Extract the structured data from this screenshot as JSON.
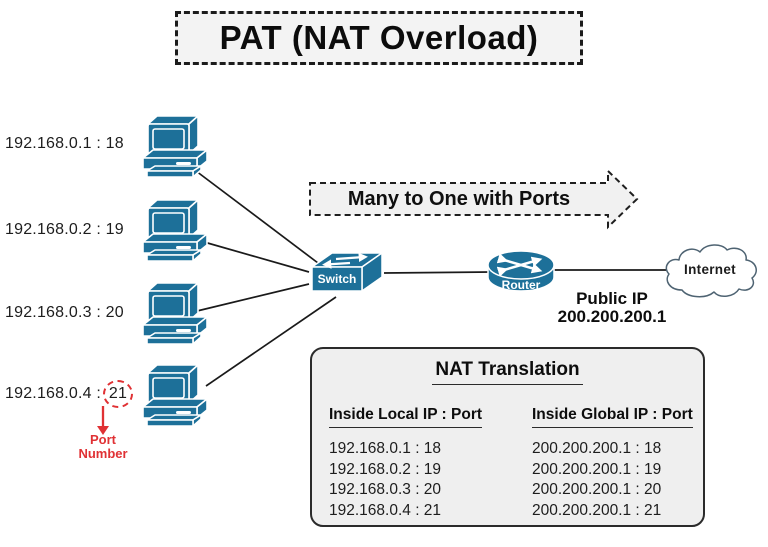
{
  "title": "PAT (NAT Overload)",
  "banner": {
    "label": "Many to One with Ports"
  },
  "hosts": [
    {
      "label": "192.168.0.1 : 18"
    },
    {
      "label": "192.168.0.2 : 19"
    },
    {
      "label": "192.168.0.3 : 20"
    },
    {
      "label_prefix": "192.168.0.4 :",
      "port": "21"
    }
  ],
  "port_annotation": {
    "line1": "Port",
    "line2": "Number"
  },
  "devices": {
    "switch": {
      "label": "Switch"
    },
    "router": {
      "label": "Router"
    },
    "internet": {
      "label": "Internet"
    }
  },
  "public_ip": {
    "title": "Public IP",
    "address": "200.200.200.1"
  },
  "nat_table": {
    "title": "NAT Translation",
    "columns": [
      "Inside Local IP : Port",
      "Inside Global IP : Port"
    ],
    "rows": [
      [
        "192.168.0.1 : 18",
        "200.200.200.1 : 18"
      ],
      [
        "192.168.0.2 : 19",
        "200.200.200.1 : 19"
      ],
      [
        "192.168.0.3 : 20",
        "200.200.200.1 : 20"
      ],
      [
        "192.168.0.4 : 21",
        "200.200.200.1 : 21"
      ]
    ]
  },
  "icons": {
    "host": "desktop-computer-icon",
    "switch": "network-switch-icon",
    "router": "router-icon",
    "internet": "cloud-icon"
  },
  "colors": {
    "device_teal": "#1D7099",
    "annotation_red": "#E03134",
    "panel_gray": "#EFEFEF",
    "line_black": "#1A1A1A"
  }
}
